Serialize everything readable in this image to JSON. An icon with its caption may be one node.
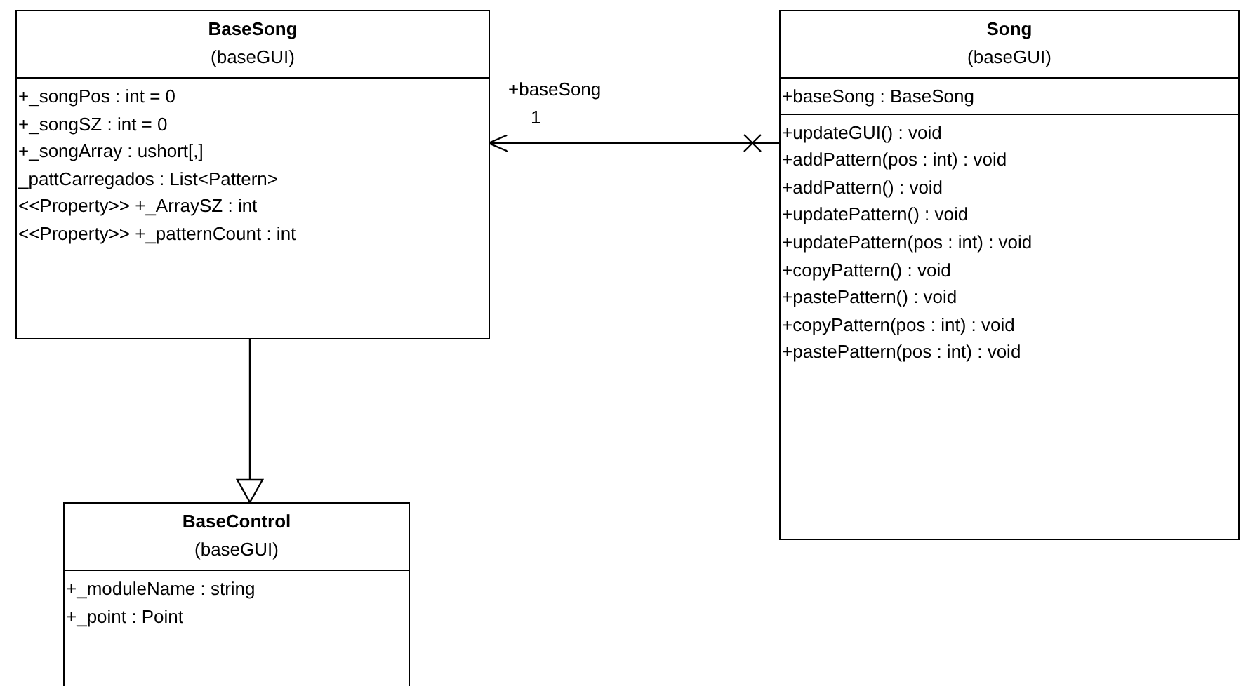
{
  "diagram": {
    "nodes": [
      {
        "text": [
          "BaseSong",
          "(baseGUI)",
          "+_songPos : int = 0",
          "+_songSZ : int = 0",
          "+_songArray : ushort[,]",
          "_pattCarregados : List<Pattern>",
          "<<Property>> +_ArraySZ : int",
          "<<Property>> +_patternCount : int"
        ]
      },
      {
        "text": [
          "Song",
          "(baseGUI)",
          "+baseSong : BaseSong",
          "+updateGUI() : void",
          "+addPattern(pos : int) : void",
          "+addPattern() : void",
          "+updatePattern() : void",
          "+updatePattern(pos : int) : void",
          "+copyPattern() : void",
          "+pastePattern() : void",
          "+copyPattern(pos : int) : void",
          "+pastePattern(pos : int) : void"
        ]
      },
      {
        "text": [
          "BaseControl",
          "(baseGUI)",
          "+_moduleName : string",
          "+_point : Point"
        ]
      }
    ],
    "edges": [
      {
        "from": 1,
        "to": 0,
        "arrow": "to",
        "label": "+baseSong"
      },
      {
        "from": 0,
        "to": 2,
        "arrow": "to"
      }
    ],
    "labels": [
      "1"
    ]
  }
}
